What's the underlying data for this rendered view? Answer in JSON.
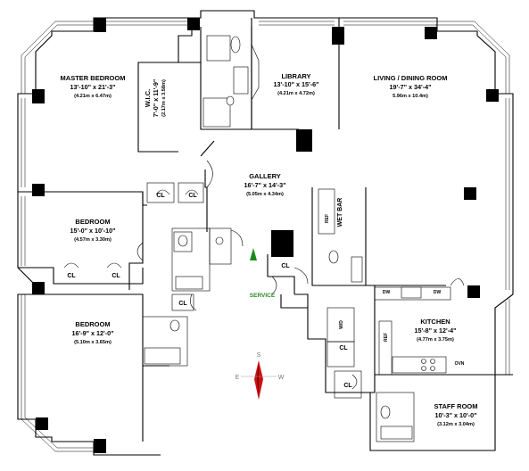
{
  "rooms": {
    "master_bedroom": {
      "name": "MASTER BEDROOM",
      "dims": "13'-10\" x 21'-3\"",
      "metric": "(4.21m x 6.47m)"
    },
    "wic": {
      "name": "W.I.C.",
      "dims": "7'-0\" x 11'-9\"",
      "metric": "(2.17m x 3.58m)"
    },
    "library": {
      "name": "LIBRARY",
      "dims": "13'-10\" x 15'-6\"",
      "metric": "(4.21m x 4.72m)"
    },
    "living_dining": {
      "name": "LIVING / DINING ROOM",
      "dims": "19'-7\" x 34'-4\"",
      "metric": "5.96m x 10.4m)"
    },
    "gallery": {
      "name": "GALLERY",
      "dims": "16'-7\" x 14'-3\"",
      "metric": "(5.05m x 4.34m)"
    },
    "bedroom1": {
      "name": "BEDROOM",
      "dims": "15'-0\" x 10'-10\"",
      "metric": "(4.57m x 3.30m)"
    },
    "bedroom2": {
      "name": "BEDROOM",
      "dims": "16'-9\" x 12'-0\"",
      "metric": "(5.10m x 3.65m)"
    },
    "kitchen": {
      "name": "KITCHEN",
      "dims": "15'-8\" x 12'-4\"",
      "metric": "(4.77m x 3.75m)"
    },
    "staff_room": {
      "name": "STAFF ROOM",
      "dims": "10'-3\" x 10'-0\"",
      "metric": "(3.12m x 3.04m)"
    }
  },
  "closets": {
    "label": "CL"
  },
  "wet_bar": "WET BAR",
  "service": "SERVICE",
  "appliances": {
    "dw": "DW",
    "ref": "REF",
    "ovn": "OVN",
    "wd": "W/D"
  },
  "compass": {
    "n": "S",
    "e": "E",
    "w": "W"
  },
  "colors": {
    "compass_red": "#cc1111",
    "service_green": "#2a8a2a",
    "arrow_green": "#1a8a1a"
  }
}
